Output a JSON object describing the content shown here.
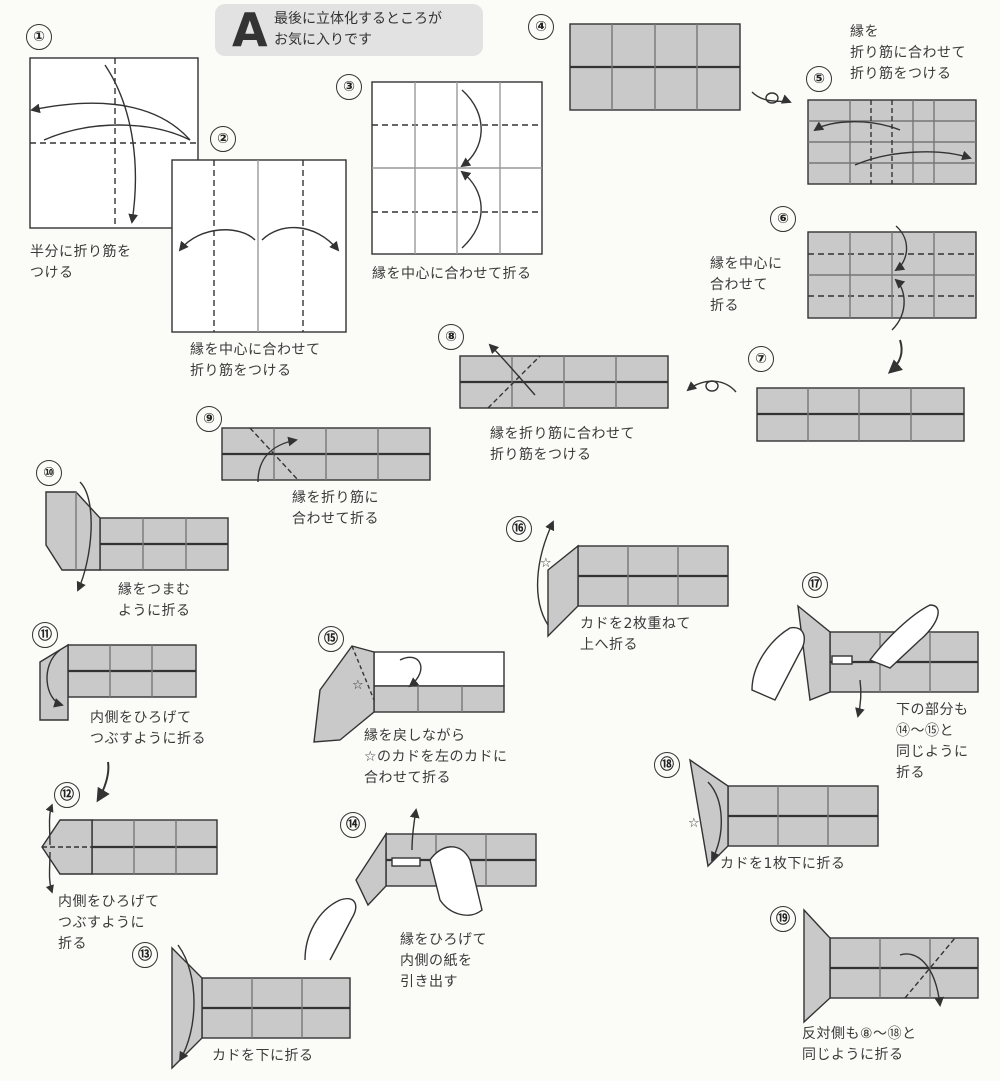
{
  "title": {
    "letter": "A",
    "text": "最後に立体化するところが\nお気に入りです"
  },
  "colors": {
    "paper": "#c9c9c9",
    "paper_dark": "#b3b3b3",
    "line": "#333333",
    "white_paper": "#ffffff"
  },
  "steps": [
    {
      "num": "①",
      "text": "半分に折り筋を\nつける"
    },
    {
      "num": "②",
      "text": "縁を中心に合わせて\n折り筋をつける"
    },
    {
      "num": "③",
      "text": "縁を中心に合わせて折る"
    },
    {
      "num": "④",
      "text": ""
    },
    {
      "num": "⑤",
      "text": "縁を\n折り筋に合わせて\n折り筋をつける"
    },
    {
      "num": "⑥",
      "text": "縁を中心に\n合わせて\n折る"
    },
    {
      "num": "⑦",
      "text": ""
    },
    {
      "num": "⑧",
      "text": "縁を折り筋に合わせて\n折り筋をつける"
    },
    {
      "num": "⑨",
      "text": "縁を折り筋に\n合わせて折る"
    },
    {
      "num": "⑩",
      "text": "縁をつまむ\nように折る"
    },
    {
      "num": "⑪",
      "text": "内側をひろげて\nつぶすように折る"
    },
    {
      "num": "⑫",
      "text": "内側をひろげて\nつぶすように\n折る"
    },
    {
      "num": "⑬",
      "text": "カドを下に折る"
    },
    {
      "num": "⑭",
      "text": "縁をひろげて\n内側の紙を\n引き出す"
    },
    {
      "num": "⑮",
      "text": "縁を戻しながら\n☆のカドを左のカドに\n合わせて折る"
    },
    {
      "num": "⑯",
      "text": "カドを2枚重ねて\n上へ折る"
    },
    {
      "num": "⑰",
      "text": "下の部分も\n⑭〜⑮と\n同じように\n折る"
    },
    {
      "num": "⑱",
      "text": "カドを1枚下に折る"
    },
    {
      "num": "⑲",
      "text": "反対側も⑧〜⑱と\n同じように折る"
    }
  ]
}
